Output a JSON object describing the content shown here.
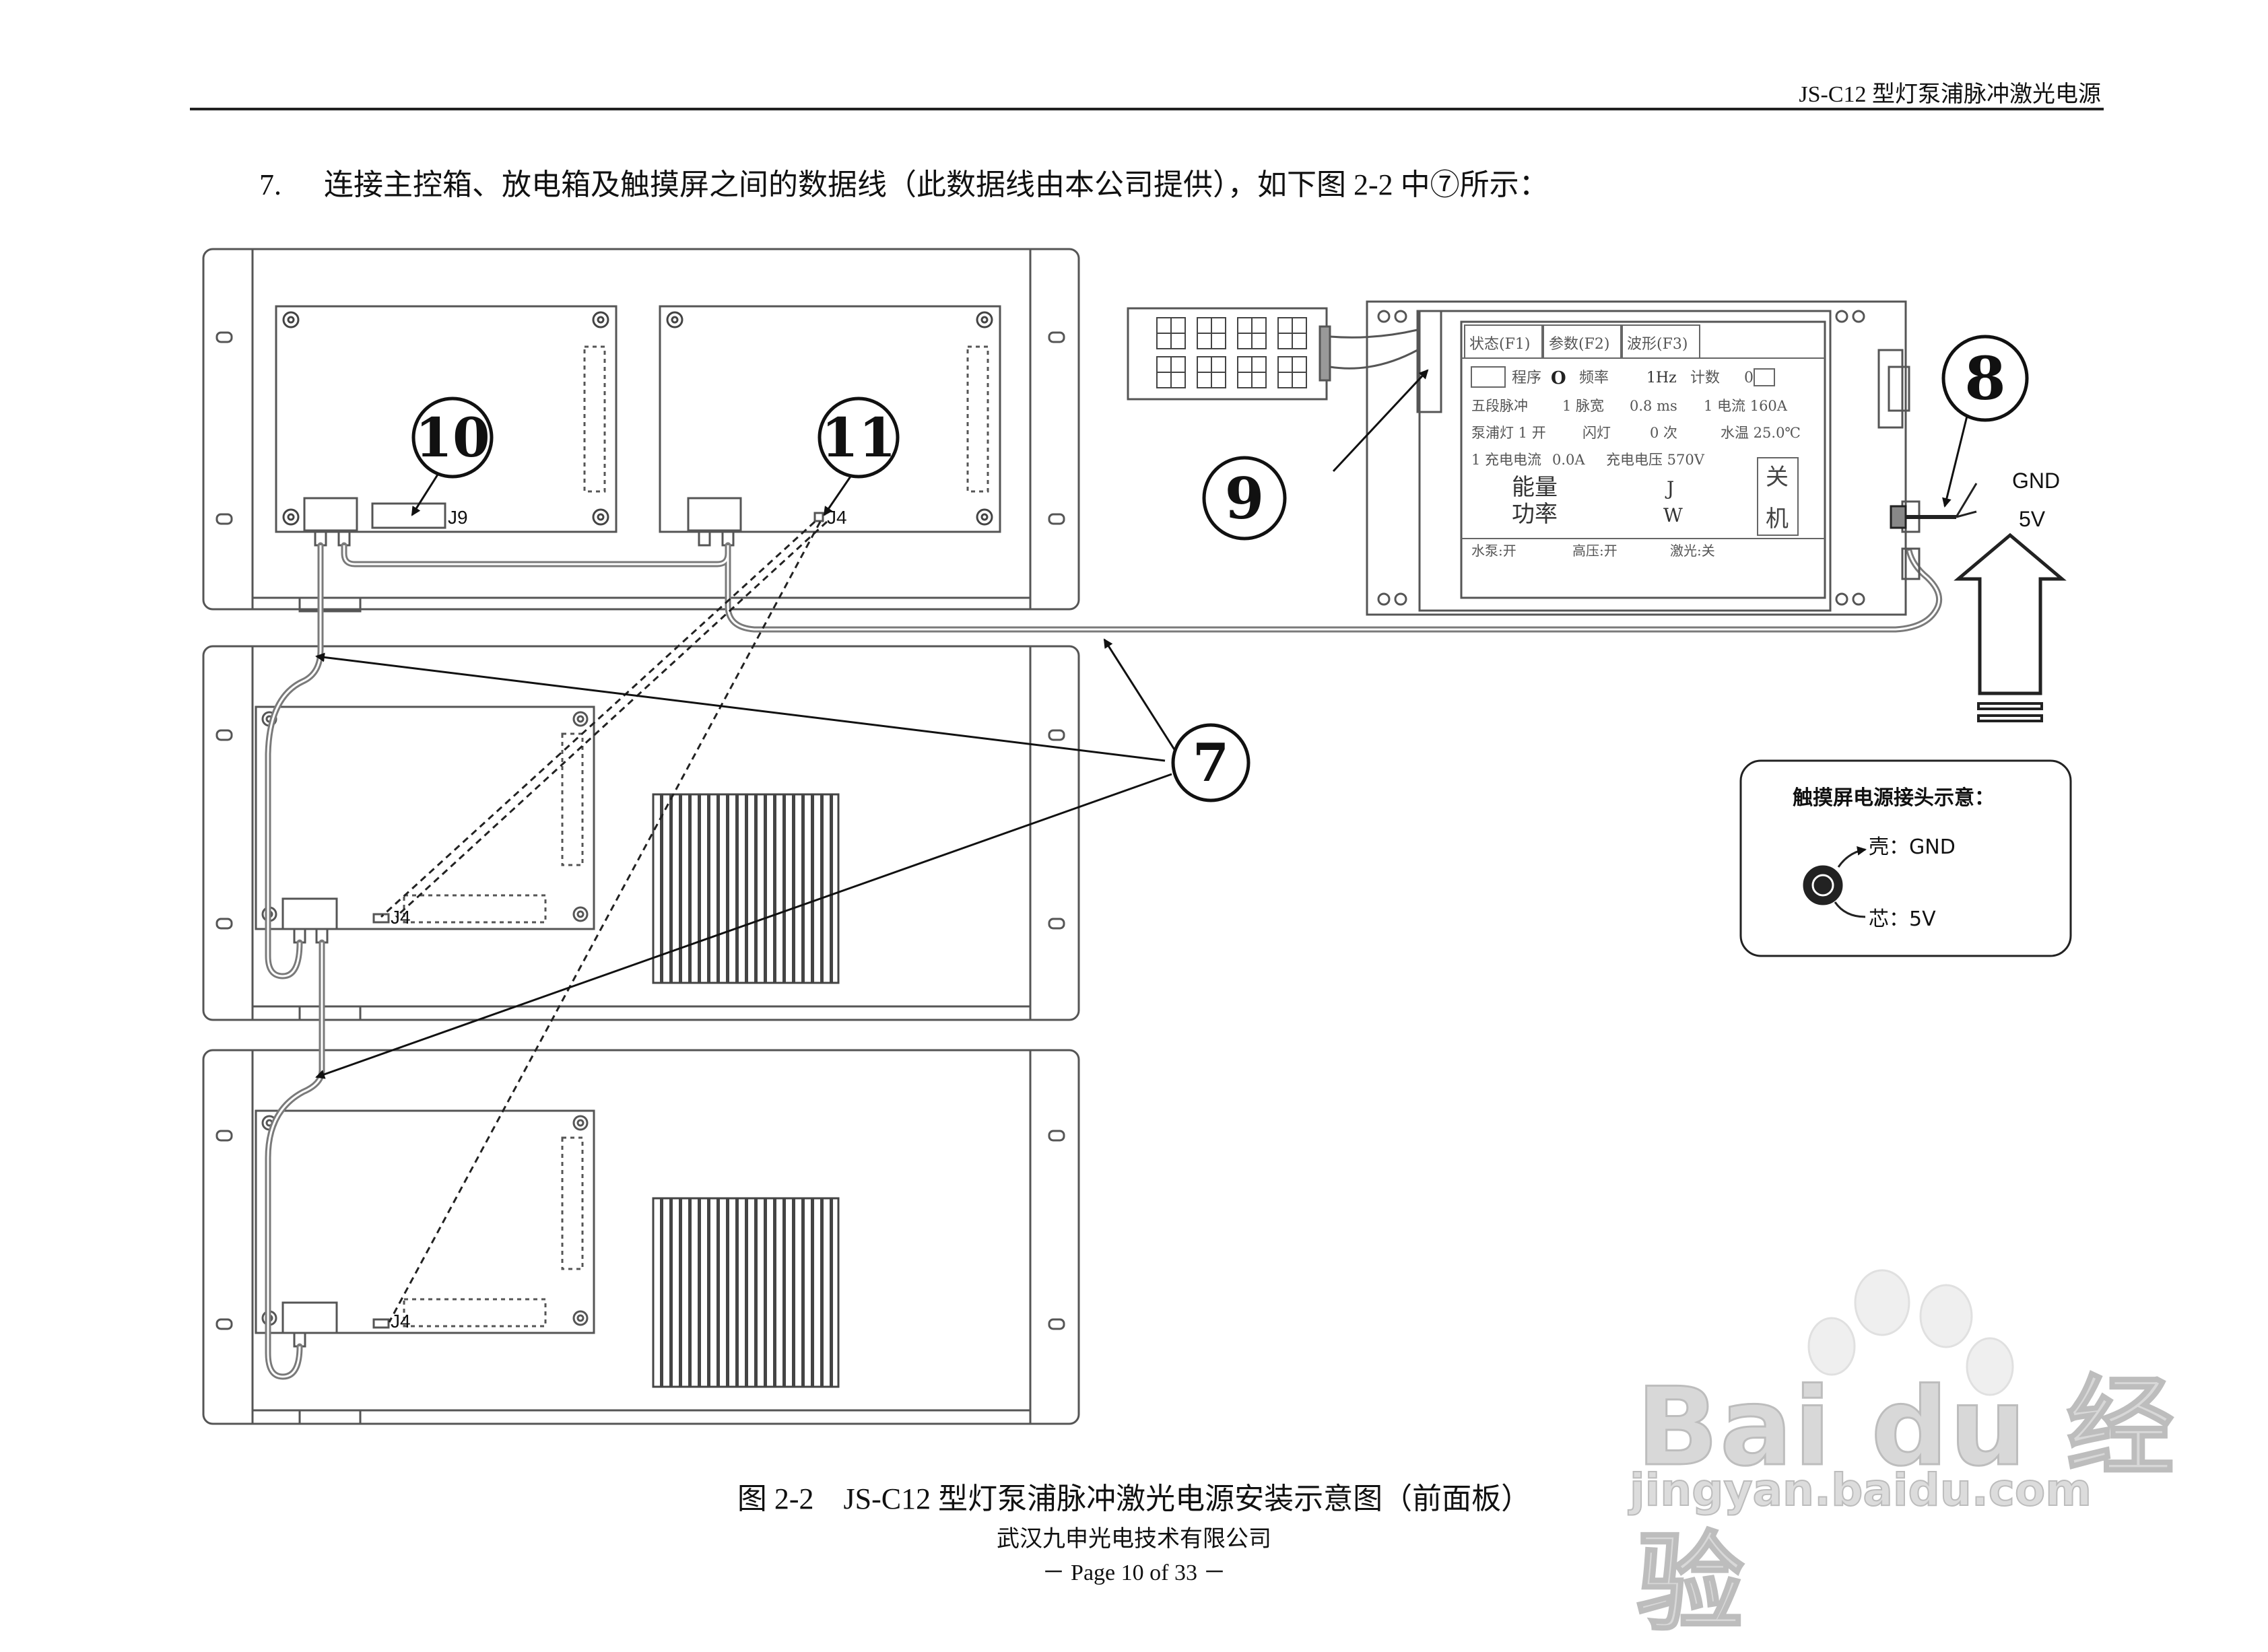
{
  "header": {
    "title": "JS-C12 型灯泵浦脉冲激光电源"
  },
  "paragraph": {
    "number": "7.",
    "text": "连接主控箱、放电箱及触摸屏之间的数据线（此数据线由本公司提供），如下图 2-2 中⑦所示："
  },
  "figure": {
    "markers": {
      "m10": "10",
      "m11": "11",
      "m9": "9",
      "m8": "8",
      "m7": "7"
    },
    "connectors": {
      "j9": "J9",
      "j4_top": "J4",
      "j4_mid": "J4",
      "j4_bot": "J4"
    },
    "power_labels": {
      "gnd": "GND",
      "v5": "5V"
    },
    "screen": {
      "tabs": [
        "状态(F1)",
        "参数(F2)",
        "波形(F3)"
      ],
      "row1": {
        "prog": "程序",
        "prog_val": "O",
        "freq": "频率",
        "freq_val": "1Hz",
        "count": "计数",
        "count_val": "0"
      },
      "row2": {
        "a": "五段脉冲",
        "b": "1 脉宽",
        "c": "0.8 ms",
        "d": "1 电流 160A"
      },
      "row3": {
        "a": "泵浦灯 1 开",
        "b": "闪灯",
        "c": "0 次",
        "d": "水温 25.0℃"
      },
      "row4": {
        "a": "1 充电电流",
        "b": "0.0A",
        "c": "充电电压 570V"
      },
      "row5": {
        "a": "能量",
        "b": "J"
      },
      "row6": {
        "a": "功率",
        "b": "W"
      },
      "shutdown": [
        "关",
        "机"
      ],
      "status": {
        "a": "水泵:开",
        "b": "高压:开",
        "c": "激光:关"
      }
    },
    "power_note": {
      "title": "触摸屏电源接头示意：",
      "shell": "壳：GND",
      "core": "芯：5V"
    }
  },
  "caption": "图 2-2　JS-C12 型灯泵浦脉冲激光电源安装示意图（前面板）",
  "company": "武汉九申光电技术有限公司",
  "page": "－ Page 10 of 33 －",
  "watermark": {
    "brand": "Bai du 经验",
    "url": "jingyan.baidu.com"
  }
}
